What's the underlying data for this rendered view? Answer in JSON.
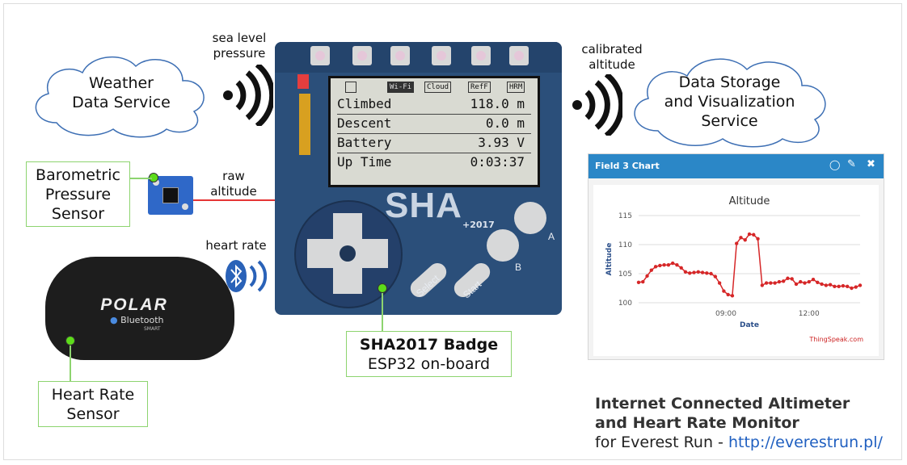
{
  "weather_cloud": {
    "line1": "Weather",
    "line2": "Data Service"
  },
  "storage_cloud": {
    "line1": "Data Storage",
    "line2": "and Visualization",
    "line3": "Service"
  },
  "sea_level": {
    "line1": "sea level",
    "line2": "pressure"
  },
  "calibrated": {
    "line1": "calibrated",
    "line2": "altitude"
  },
  "raw_alt": {
    "line1": "raw",
    "line2": "altitude"
  },
  "heart_rate_label": "heart rate",
  "baro_box": {
    "line1": "Barometric",
    "line2": "Pressure",
    "line3": "Sensor"
  },
  "hr_box": {
    "line1": "Heart Rate",
    "line2": "Sensor"
  },
  "sha_box": {
    "line1": "SHA2017 Badge",
    "line2": "ESP32 on-board"
  },
  "polar": {
    "brand": "POLAR",
    "bluetooth": "Bluetooth",
    "smart": "SMART"
  },
  "badge": {
    "status": [
      "Wi-Fi",
      "Cloud",
      "RefF",
      "HRM"
    ],
    "rows": [
      {
        "label": "Climbed",
        "value": "118.0 m"
      },
      {
        "label": "Descent",
        "value": "0.0 m"
      },
      {
        "label": "Battery",
        "value": "3.93 V"
      },
      {
        "label": "Up Time",
        "value": "0:03:37"
      }
    ],
    "logo": "SHA",
    "year": "+2017",
    "btn_a": "A",
    "btn_b": "B",
    "select": "Select",
    "start": "Start"
  },
  "chart_panel": {
    "header": "Field 3 Chart",
    "footer": "ThingSpeak.com"
  },
  "chart_data": {
    "type": "line",
    "title": "Altitude",
    "xlabel": "Date",
    "ylabel": "Altitude",
    "ylim": [
      100,
      115
    ],
    "yticks": [
      "100",
      "105",
      "110",
      "115"
    ],
    "xticks": [
      "09:00",
      "12:00"
    ],
    "color": "#d62728",
    "series": [
      {
        "x": [
          0,
          1,
          2,
          3,
          4,
          5,
          6,
          7,
          8,
          9,
          10,
          11,
          12,
          13,
          14,
          15,
          16,
          17,
          18,
          19,
          20,
          21,
          22,
          23,
          24,
          25,
          26,
          27,
          28,
          29,
          30,
          31,
          32,
          33,
          34,
          35,
          36,
          37,
          38,
          39,
          40,
          41,
          42,
          43,
          44,
          45,
          46,
          47,
          48,
          49,
          50,
          51,
          52
        ],
        "values": [
          103.5,
          103.6,
          104.6,
          105.6,
          106.2,
          106.4,
          106.5,
          106.5,
          106.8,
          106.5,
          106.0,
          105.3,
          105.1,
          105.2,
          105.3,
          105.2,
          105.1,
          105.0,
          104.5,
          103.4,
          102.0,
          101.4,
          101.2,
          110.2,
          111.2,
          110.8,
          111.8,
          111.7,
          111.0,
          103.0,
          103.4,
          103.4,
          103.4,
          103.6,
          103.7,
          104.2,
          104.1,
          103.2,
          103.6,
          103.4,
          103.6,
          104.0,
          103.5,
          103.2,
          103.0,
          103.1,
          102.8,
          102.8,
          102.9,
          102.8,
          102.5,
          102.7,
          103.0
        ]
      }
    ]
  },
  "footer_title": {
    "line1": "Internet Connected Altimeter",
    "line2": "and Heart Rate Monitor",
    "line3_prefix": "for Everest Run - ",
    "link": "http://everestrun.pl/"
  }
}
